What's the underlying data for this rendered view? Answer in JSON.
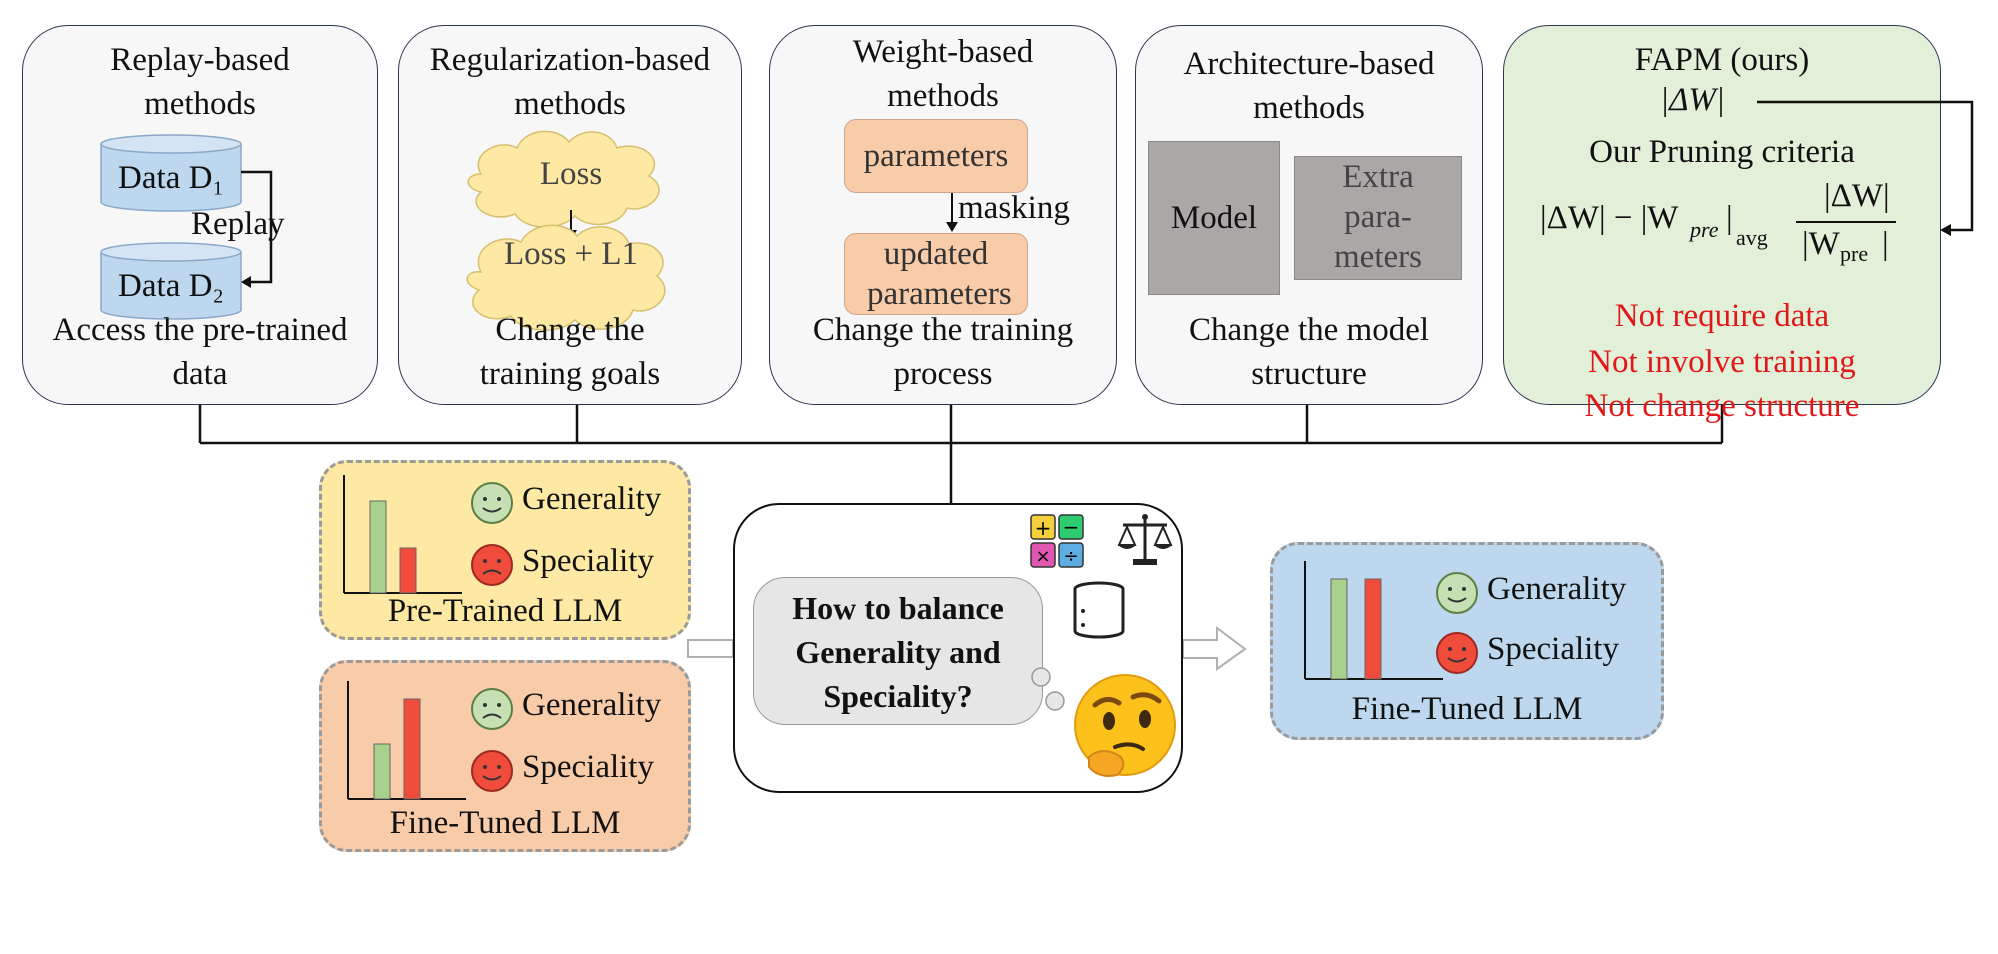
{
  "panels": {
    "replay": {
      "title": "Replay-based methods",
      "data1": "Data D₁",
      "data2": "Data D₂",
      "arrow_label": "Replay",
      "footer": "Access the pre-trained data"
    },
    "regularization": {
      "title": "Regularization-based methods",
      "cloud1": "Loss",
      "cloud2": "Loss + L1",
      "footer": "Change the training goals"
    },
    "weight": {
      "title": "Weight-based methods",
      "box1": "parameters",
      "arrow_label": "masking",
      "box2": "updated parameters",
      "footer": "Change the training process"
    },
    "architecture": {
      "title": "Architecture-based methods",
      "model_box": "Model",
      "extra_box": "Extra para-meters",
      "footer": "Change the model structure"
    },
    "fapm": {
      "title": "FAPM (ours)",
      "delta_w": "|ΔW|",
      "criteria_label": "Our Pruning criteria",
      "formula_left": "|ΔW| − |W",
      "formula_pre": "pre",
      "formula_avg": "avg",
      "formula_num": "|ΔW|",
      "formula_den": "|W",
      "formula_den_sub": "pre",
      "claims": [
        "Not require data",
        "Not involve training",
        "Not change structure"
      ]
    }
  },
  "center": {
    "question": "How to balance Generality and Speciality?"
  },
  "cards": {
    "pretrained": {
      "title": "Pre-Trained LLM",
      "generality": "Generality",
      "speciality": "Speciality",
      "bar_values": {
        "generality": 0.92,
        "speciality": 0.45
      }
    },
    "finetuned_left": {
      "title": "Fine-Tuned LLM",
      "generality": "Generality",
      "speciality": "Speciality",
      "bar_values": {
        "generality": 0.55,
        "speciality": 1.0
      }
    },
    "finetuned_right": {
      "title": "Fine-Tuned LLM",
      "generality": "Generality",
      "speciality": "Speciality",
      "bar_values": {
        "generality": 1.0,
        "speciality": 1.0
      }
    }
  },
  "colors": {
    "panel_border": "#2c3550",
    "fapm_bg": "#e2efd9",
    "pretrained_bg": "#fde9a3",
    "finetuned_bg": "#f8cba9",
    "result_bg": "#bdd7ee",
    "green_bar": "#a9d18e",
    "red_bar": "#f04c3c",
    "claims_red": "#e01818"
  }
}
